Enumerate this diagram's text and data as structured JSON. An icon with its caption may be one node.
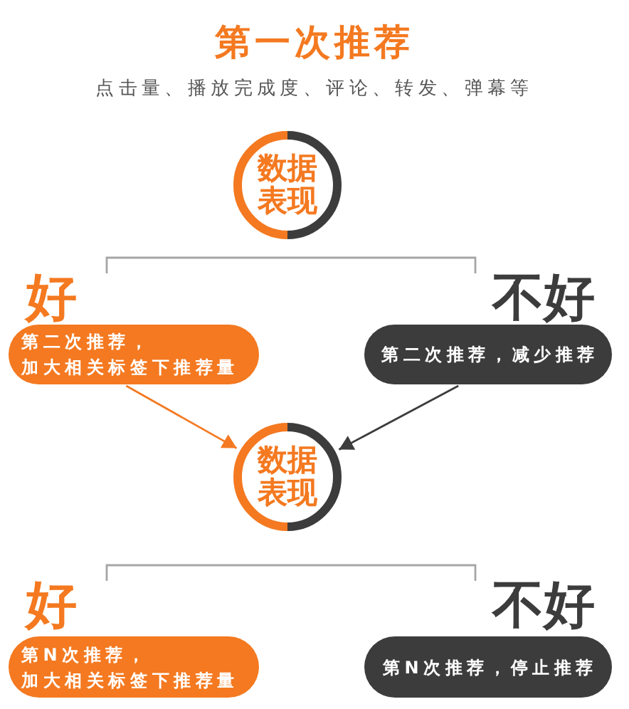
{
  "diagram": {
    "title": "第一次推荐",
    "nodes": [
      {
        "text": [
          "数据表现"
        ]
      },
      {
        "text": [
          "好",
          "第二次推荐，加大相关标签下推荐量"
        ]
      },
      {
        "text": [
          "不好",
          "第二次推荐，减少推荐"
        ]
      },
      {
        "text": [
          "数据表现"
        ]
      },
      {
        "text": [
          "好",
          "第N次推荐，加大相关标签下推荐量"
        ]
      },
      {
        "text": [
          "不好",
          "第N次推荐，停止推荐"
        ]
      }
    ],
    "edges": [
      {
        "from": 1,
        "to": 2,
        "arrow": "none"
      },
      {
        "from": 1,
        "to": 3,
        "arrow": "to",
        "color": "#f47920"
      },
      {
        "from": 2,
        "to": 3,
        "arrow": "to",
        "color": "#3c3c3c"
      },
      {
        "from": 4,
        "to": 5,
        "arrow": "none"
      }
    ],
    "labels": [
      "点击量、播放完成度、评论、转发、弹幕等"
    ]
  }
}
